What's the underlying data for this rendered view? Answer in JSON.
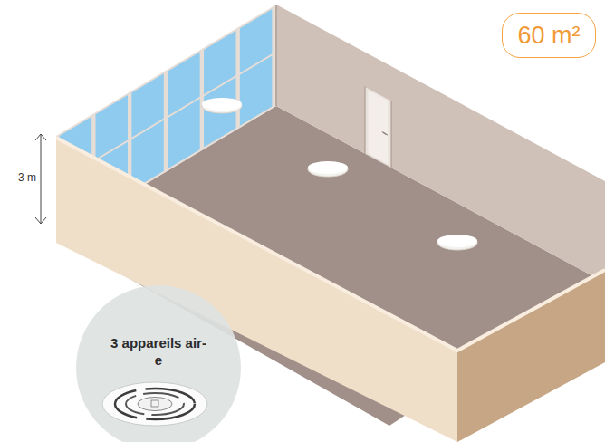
{
  "diagram": {
    "nodes": [
      {
        "text": [
          "60 m²"
        ]
      },
      {
        "text": [
          "3 appareils air-e"
        ]
      }
    ],
    "labels": [
      "3 m"
    ]
  }
}
